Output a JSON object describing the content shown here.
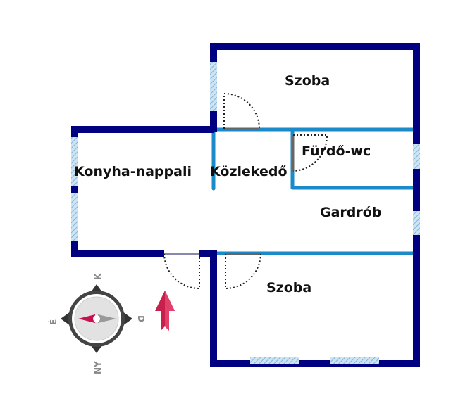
{
  "rooms": {
    "szoba_top": "Szoba",
    "furdo": "Fürdő-wc",
    "konyha": "Konyha-nappali",
    "kozlekedo": "Közlekedő",
    "gardrob": "Gardrób",
    "szoba_bottom": "Szoba"
  },
  "compass": {
    "north": "K",
    "east": "D",
    "south": "NY",
    "west": "É"
  },
  "colors": {
    "outer_wall": "#000080",
    "inner_wall": "#1a8ac8",
    "window": "#a8cfe8",
    "arrow": "#c8204c"
  }
}
